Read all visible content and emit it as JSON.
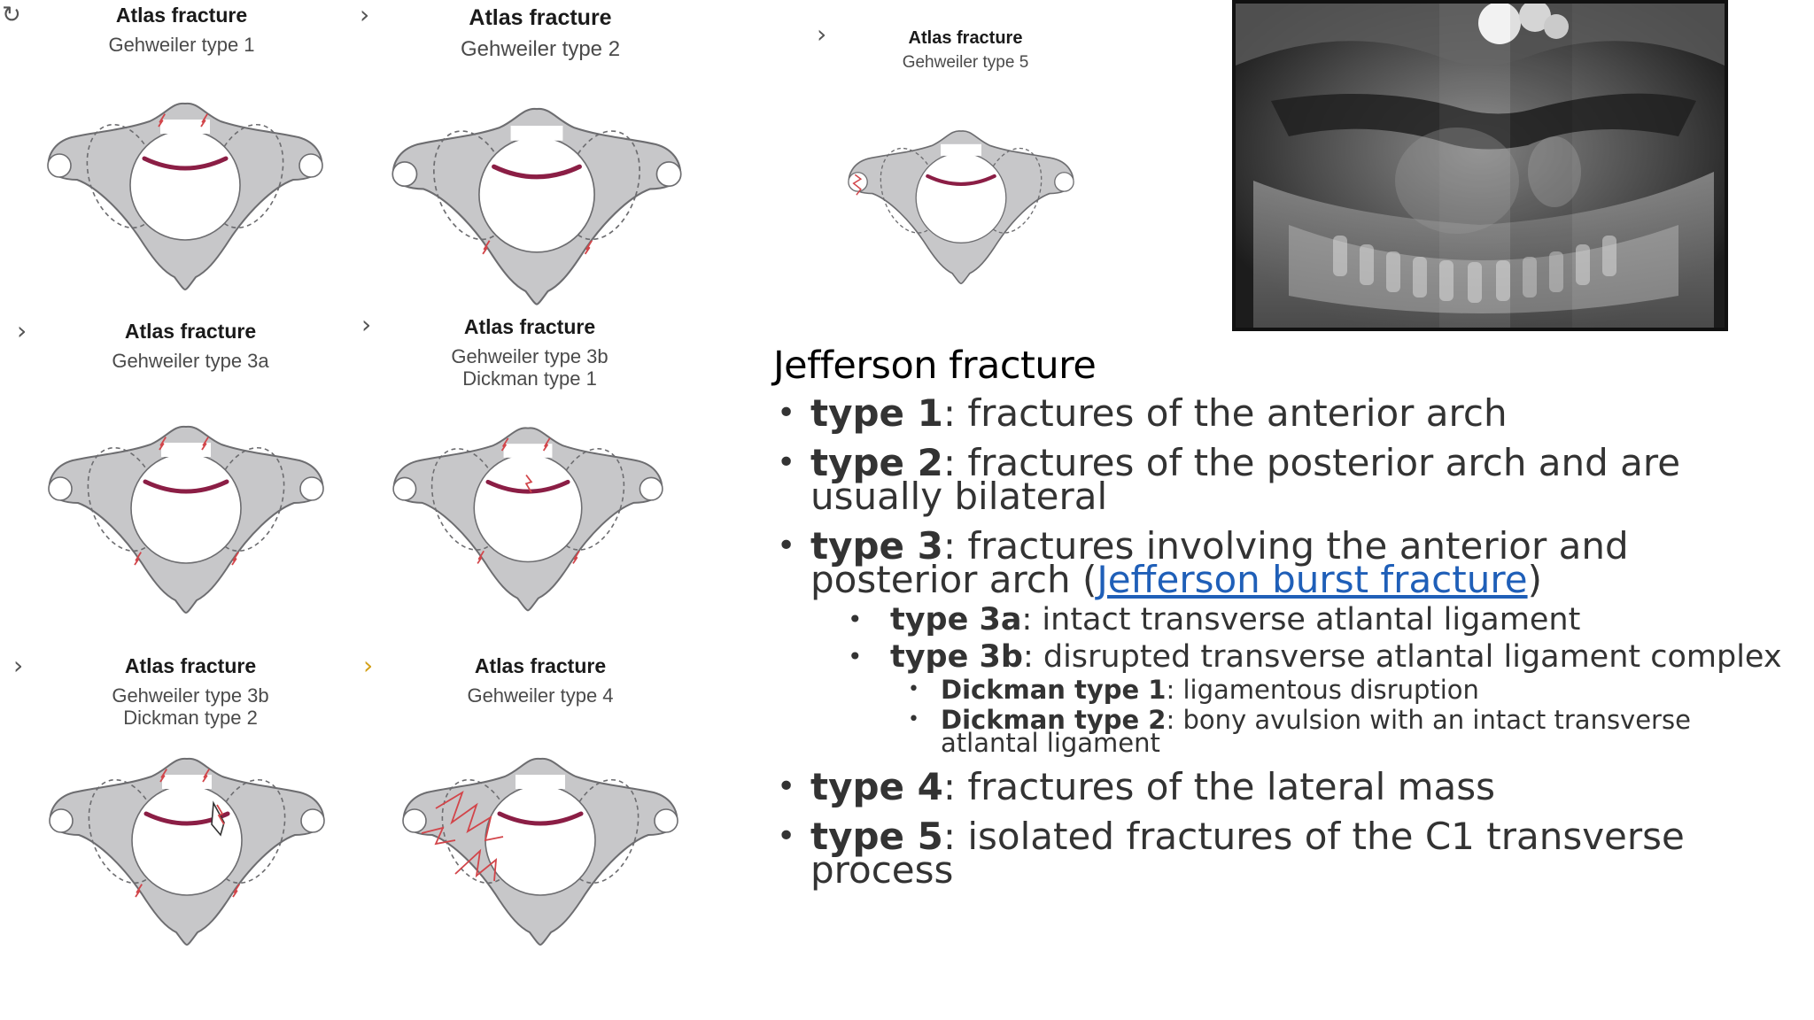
{
  "panels": [
    {
      "title": "Atlas fracture",
      "subtitle": [
        "Gehweiler type 1"
      ],
      "marker": "↻"
    },
    {
      "title": "Atlas fracture",
      "subtitle": [
        "Gehweiler type 2"
      ],
      "marker": "›"
    },
    {
      "title": "Atlas fracture",
      "subtitle": [
        "Gehweiler type 5"
      ],
      "marker": "›"
    },
    {
      "title": "Atlas fracture",
      "subtitle": [
        "Gehweiler type 3a"
      ],
      "marker": "›"
    },
    {
      "title": "Atlas fracture",
      "subtitle": [
        "Gehweiler type 3b",
        "Dickman type 1"
      ],
      "marker": "›"
    },
    {
      "title": "Atlas fracture",
      "subtitle": [
        "Gehweiler type 3b",
        "Dickman type 2"
      ],
      "marker": "›"
    },
    {
      "title": "Atlas fracture",
      "subtitle": [
        "Gehweiler type 4"
      ],
      "marker": "›"
    }
  ],
  "colors": {
    "bone": "#c7c7c9",
    "bone_outline": "#6d6d70",
    "ligament": "#8b1e45",
    "fracture": "#d2454a",
    "link": "#1f5fb8"
  },
  "notes": {
    "heading": "Jefferson fracture",
    "items": [
      {
        "label": "type 1",
        "text": ": fractures of the anterior arch"
      },
      {
        "label": "type 2",
        "text": ": fractures of the posterior arch and are usually bilateral"
      },
      {
        "label": "type 3",
        "text": ": fractures involving the anterior and posterior arch (",
        "link": "Jefferson burst fracture",
        "after": ")"
      },
      {
        "label": "type 3a",
        "text": ": intact transverse atlantal ligament"
      },
      {
        "label": "type 3b",
        "text": ": disrupted transverse atlantal ligament complex"
      },
      {
        "label": "Dickman type 1",
        "text": ": ligamentous disruption"
      },
      {
        "label": "Dickman type 2",
        "text": ": bony avulsion with an intact transverse atlantal ligament"
      },
      {
        "label": "type 4",
        "text": ": fractures of the lateral mass"
      },
      {
        "label": "type 5",
        "text": ": isolated fractures of the C1 transverse process"
      }
    ]
  }
}
